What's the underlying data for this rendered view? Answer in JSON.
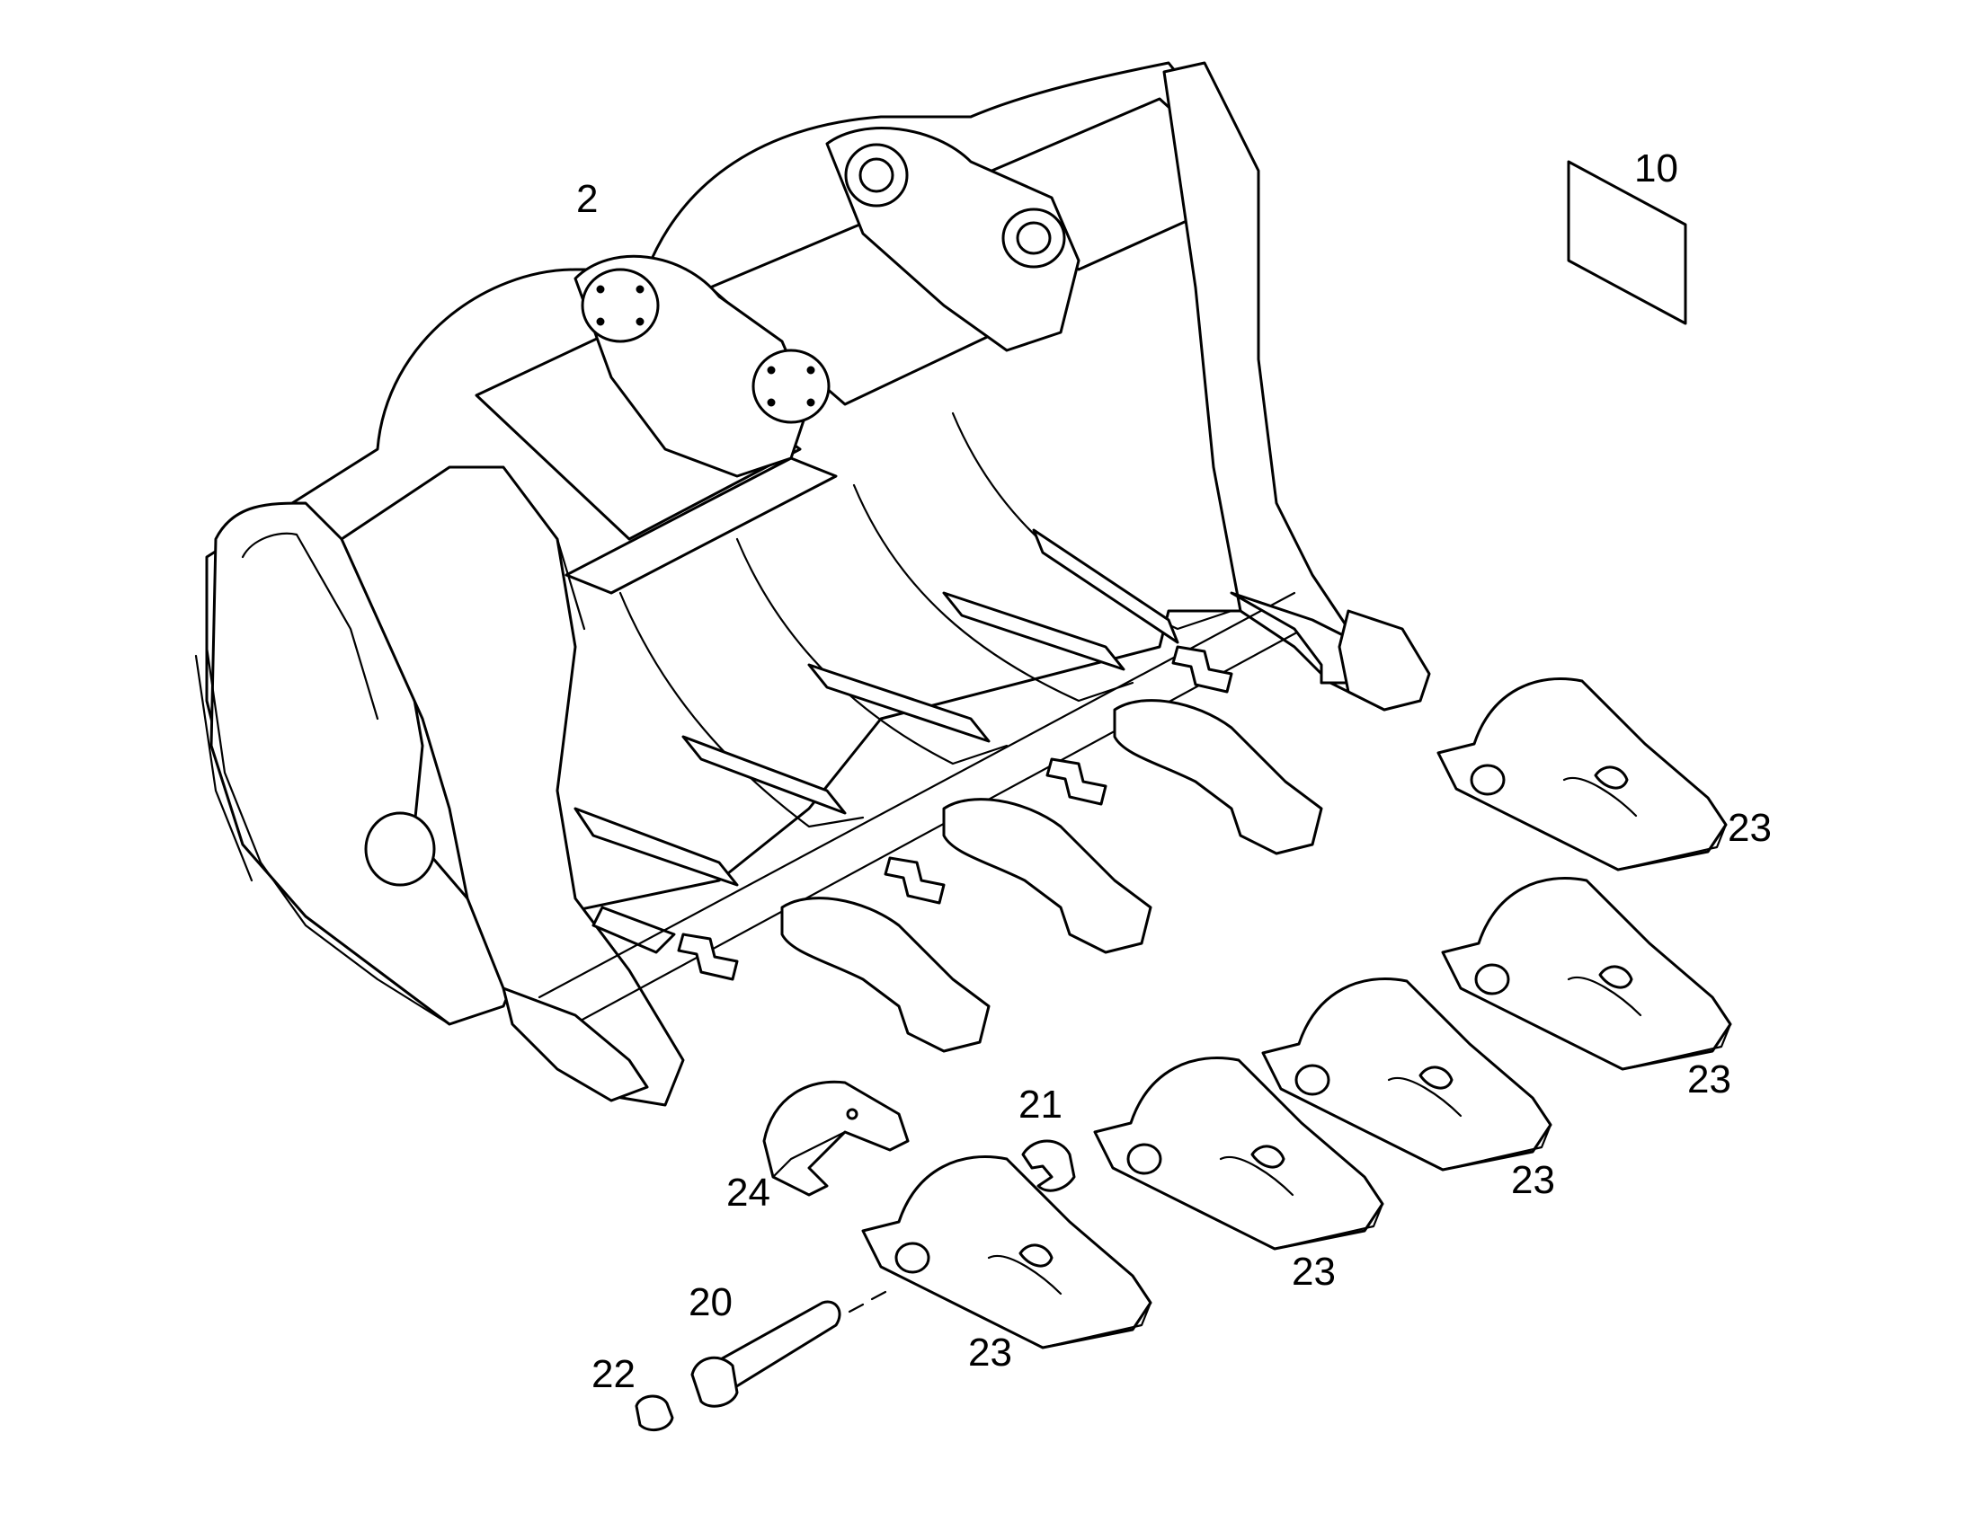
{
  "diagram": {
    "callouts": {
      "c2": "2",
      "c10": "10",
      "c20": "20",
      "c21": "21",
      "c22": "22",
      "c23a": "23",
      "c23b": "23",
      "c23c": "23",
      "c23d": "23",
      "c23e": "23",
      "c24": "24"
    },
    "colors": {
      "line": "#000000",
      "background": "#ffffff"
    }
  }
}
